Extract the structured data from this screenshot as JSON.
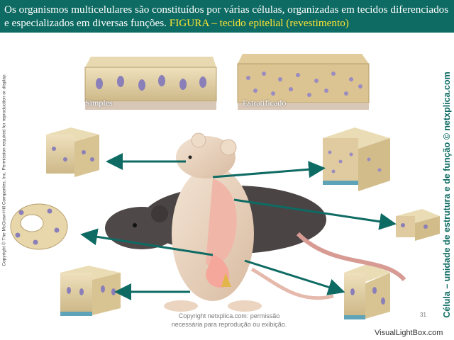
{
  "header": {
    "text_main": "Os organismos multicelulares são constituídos por várias células, organizadas em tecidos diferenciados e especializados em diversas funções. ",
    "text_highlight": "FIGURA – tecido epitelial (revestimento)"
  },
  "labels": {
    "simple": "Simples",
    "stratified": "Estratificado"
  },
  "side_text_right": "Célula – unidade de estrutura e de função © netxplica.com",
  "side_text_left": "Copyright © The McGraw-Hill Companies, Inc. Permission required for reproduction or display.",
  "footer": {
    "copyright_line1": "Copyright netxplica.com: permissão",
    "copyright_line2": "necessária para reprodução ou exibição.",
    "page_number": "31",
    "watermark": "VisualLightBox.com"
  },
  "colors": {
    "banner": "#0e6b63",
    "highlight": "#ffe633",
    "arrow": "#0e6b63",
    "tissue": "#e5d2a4",
    "nucleus": "#8a7fb8"
  }
}
